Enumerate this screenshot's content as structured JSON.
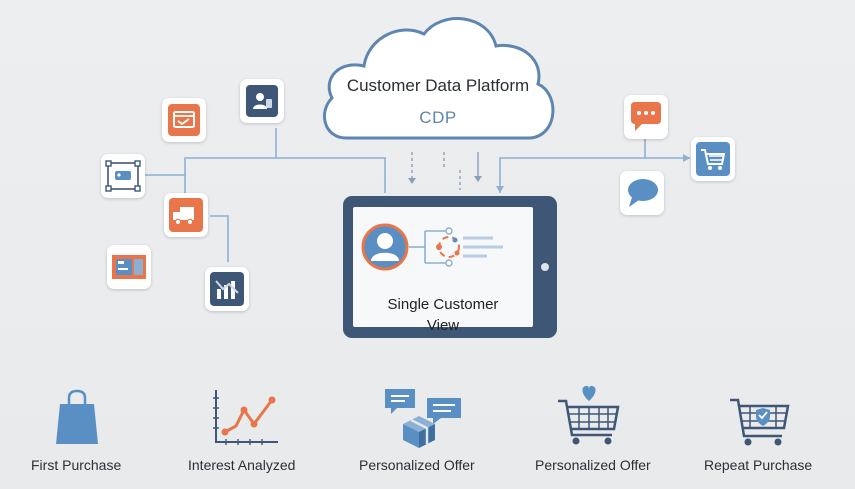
{
  "cloud": {
    "title": "Customer Data Platform",
    "abbreviation": "CDP"
  },
  "tablet": {
    "label_line1": "Single Customer",
    "label_line2": "View"
  },
  "data_source_icons": [
    "browser-window-icon",
    "user-badge-icon",
    "tagged-image-icon",
    "delivery-truck-icon",
    "coupon-icon",
    "chart-icon"
  ],
  "output_icons": [
    "chat-bubble-dots-icon",
    "shopping-cart-icon",
    "chat-bubble-icon"
  ],
  "journey": [
    {
      "label": "First Purchase",
      "icon": "shopping-bag-icon"
    },
    {
      "label": "Interest Analyzed",
      "icon": "line-chart-icon"
    },
    {
      "label": "Personalized Offer",
      "icon": "gift-box-messages-icon"
    },
    {
      "label": "Personalized Offer",
      "icon": "cart-heart-icon"
    },
    {
      "label": "Repeat Purchase",
      "icon": "cart-shield-icon"
    }
  ],
  "colors": {
    "accent_blue": "#5a8fc4",
    "accent_orange": "#e8764a",
    "dark_slate": "#3e5777",
    "line": "#8db0d2"
  }
}
